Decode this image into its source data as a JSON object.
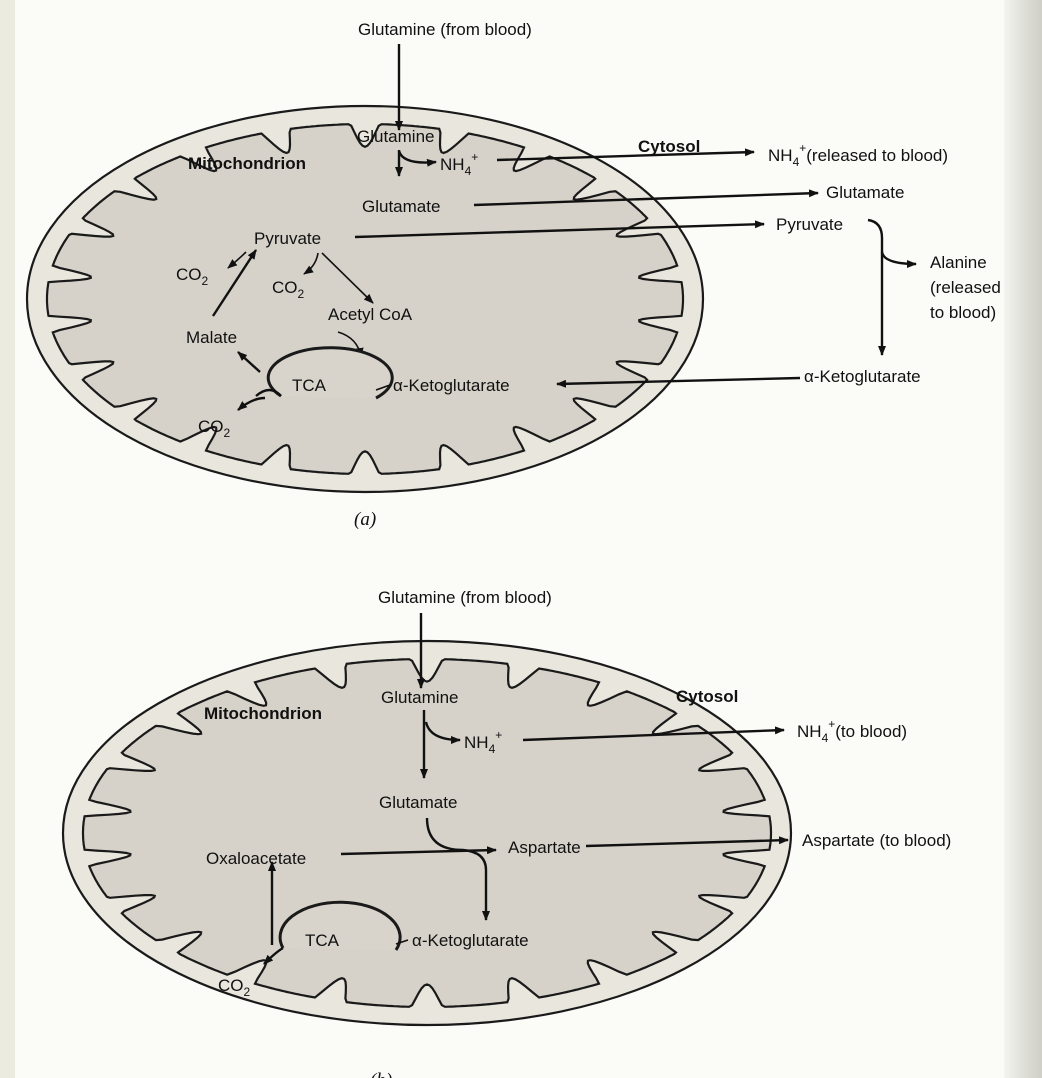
{
  "panel_a": {
    "source": "Glutamine (from blood)",
    "compartment": "Mitochondrion",
    "cytosol": "Cytosol",
    "glutamine": "Glutamine",
    "nh4": "NH",
    "nh4_sub": "4",
    "nh4_sup": "+",
    "nh4_out": "NH",
    "nh4_out_sub": "4",
    "nh4_out_sup": "+",
    "nh4_out_rest": "(released to blood)",
    "glutamate": "Glutamate",
    "glutamate_out": "Glutamate",
    "pyruvate": "Pyruvate",
    "pyruvate_out": "Pyruvate",
    "alanine": "Alanine",
    "alanine_2": "(released",
    "alanine_3": "to blood)",
    "co2_1": "CO",
    "co2_1_sub": "2",
    "co2_2": "CO",
    "co2_2_sub": "2",
    "co2_3": "CO",
    "co2_3_sub": "2",
    "acetyl": "Acetyl CoA",
    "malate": "Malate",
    "tca": "TCA",
    "akg": "α-Ketoglutarate",
    "akg_out": "α-Ketoglutarate",
    "caption": "(a)"
  },
  "panel_b": {
    "source": "Glutamine (from blood)",
    "compartment": "Mitochondrion",
    "cytosol": "Cytosol",
    "glutamine": "Glutamine",
    "nh4": "NH",
    "nh4_sub": "4",
    "nh4_sup": "+",
    "nh4_out": "NH",
    "nh4_out_sub": "4",
    "nh4_out_sup": "+",
    "nh4_out_rest": "(to blood)",
    "glutamate": "Glutamate",
    "oxaloacetate": "Oxaloacetate",
    "aspartate": "Aspartate",
    "aspartate_out": "Aspartate (to blood)",
    "tca": "TCA",
    "akg": "α-Ketoglutarate",
    "co2": "CO",
    "co2_sub": "2",
    "caption": "(b)"
  }
}
